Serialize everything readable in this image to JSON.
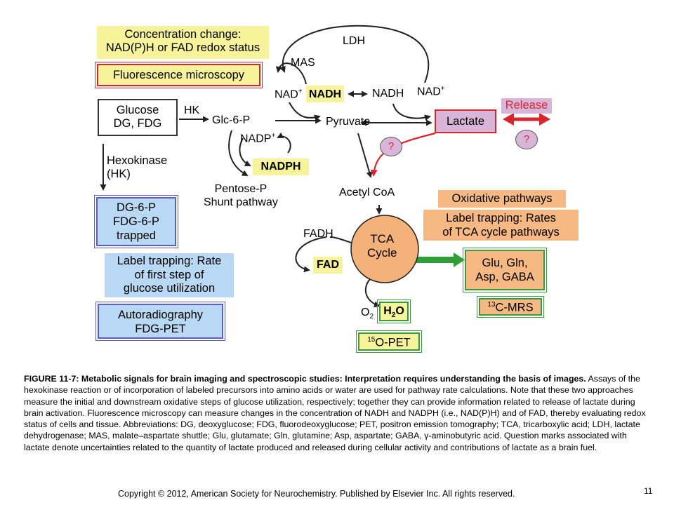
{
  "diagram": {
    "conc_change": [
      "Concentration change:",
      "NAD(P)H or FAD redox status"
    ],
    "fluorescence": "Fluorescence microscopy",
    "glucose": [
      "Glucose",
      "DG, FDG"
    ],
    "hk": "HK",
    "glc6p": "Glc-6-P",
    "nadp_plus": "NADP",
    "nadph": "NADPH",
    "pentose": [
      "Pentose-P",
      "Shunt pathway"
    ],
    "hexokinase": [
      "Hexokinase",
      "(HK)"
    ],
    "dg6p": [
      "DG-6-P",
      "FDG-6-P",
      "trapped"
    ],
    "label_trap_rate": [
      "Label trapping: Rate",
      "of first step of",
      "glucose utilization"
    ],
    "autorad": [
      "Autoradiography",
      "FDG-PET"
    ],
    "ldh": "LDH",
    "mas": "MAS",
    "nad_plus_left": "NAD",
    "nadh_box": "NADH",
    "nadh_right": "NADH",
    "nad_plus_right": "NAD",
    "pyruvate": "Pyruvate",
    "lactate": "Lactate",
    "release": "Release",
    "question": "?",
    "acetyl_coa": "Acetyl CoA",
    "oxidative": "Oxidative pathways",
    "label_trap_tca": [
      "Label trapping: Rates",
      "of TCA cycle pathways"
    ],
    "fadh": "FADH",
    "fad": "FAD",
    "tca": [
      "TCA",
      "Cycle"
    ],
    "glu": [
      "Glu, Gln,",
      "Asp, GABA"
    ],
    "c13": "C-MRS",
    "c13_sup": "13",
    "o2": "O",
    "o2_sub": "2",
    "h2o_a": "H",
    "h2o_sub": "2",
    "h2o_b": "O",
    "o15": "O-PET",
    "o15_sup": "15",
    "plus": "+"
  },
  "caption": {
    "bold": "FIGURE 11-7: Metabolic signals for brain imaging and spectroscopic studies: Interpretation requires understanding the basis of images.",
    "text": " Assays of the hexokinase reaction or of incorporation of labeled precursors into amino acids or water are used for pathway rate calculations. Note that these two approaches measure the initial and downstream oxidative steps of glucose utilization, respectively; together they can provide information related to release of lactate during brain activation. Fluorescence microscopy can measure changes in the concentration of NADH and NADPH (i.e., NAD(P)H) and of FAD, thereby evaluating redox status of cells and tissue.  Abbreviations: DG, deoxyglucose; FDG, fluorodeoxyglucose; PET, positron emission tomography; TCA, tricarboxylic acid; LDH, lactate dehydrogenase; MAS, malate–aspartate shuttle; Glu, glutamate; Gln, glutamine; Asp, aspartate; GABA, γ-aminobutyric acid. Question marks associated with lactate denote uncertainties related to the quantity of lactate produced and released during cellular activity and contributions of lactate as a brain fuel."
  },
  "footer": "Copyright © 2012,  American Society for Neurochemistry. Published by Elsevier Inc. All rights reserved.",
  "page_number": "11",
  "colors": {
    "yellow": "#f7f39a",
    "red_border": "#d9262c",
    "blue_fill": "#b9d8f3",
    "blue_border": "#5b5ec9",
    "lavender": "#d9b6d9",
    "orange": "#f6b983",
    "tca_fill": "#f4b27b",
    "green_border": "#3b9a3b",
    "green_arrow": "#2e9e37",
    "red_arrow": "#d9262c"
  }
}
